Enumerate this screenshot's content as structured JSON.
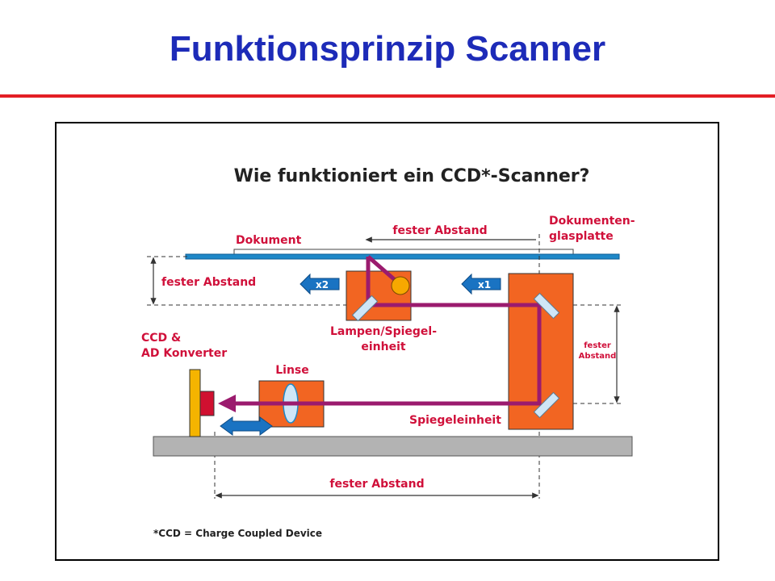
{
  "slide": {
    "title": "Funktionsprinzip Scanner"
  },
  "diagram": {
    "heading": "Wie funktioniert ein CCD*-Scanner?",
    "labels": {
      "dokument": "Dokument",
      "fester_abstand_top": "fester Abstand",
      "glasplatte_1": "Dokumenten-",
      "glasplatte_2": "glasplatte",
      "fester_abstand_left": "fester Abstand",
      "x2": "x2",
      "x1": "x1",
      "lampen_1": "Lampen/Spiegel-",
      "lampen_2": "einheit",
      "fester_right_1": "fester",
      "fester_right_2": "Abstand",
      "ccd_1": "CCD &",
      "ccd_2": "AD Konverter",
      "linse": "Linse",
      "spiegeleinheit": "Spiegeleinheit",
      "fester_abstand_bottom": "fester Abstand",
      "footnote": "*CCD = Charge Coupled Device"
    },
    "colors": {
      "title": "#1d2bb8",
      "rule": "#e31e24",
      "label_red": "#d0103a",
      "orange": "#f26522",
      "beam": "#9b1b6e",
      "glass": "#1e88c8",
      "arrow_blue": "#1a73c2",
      "base": "#b3b3b3",
      "ccd_yellow": "#f5b400",
      "ccd_red": "#d01030",
      "lamp": "#f7a800"
    }
  }
}
